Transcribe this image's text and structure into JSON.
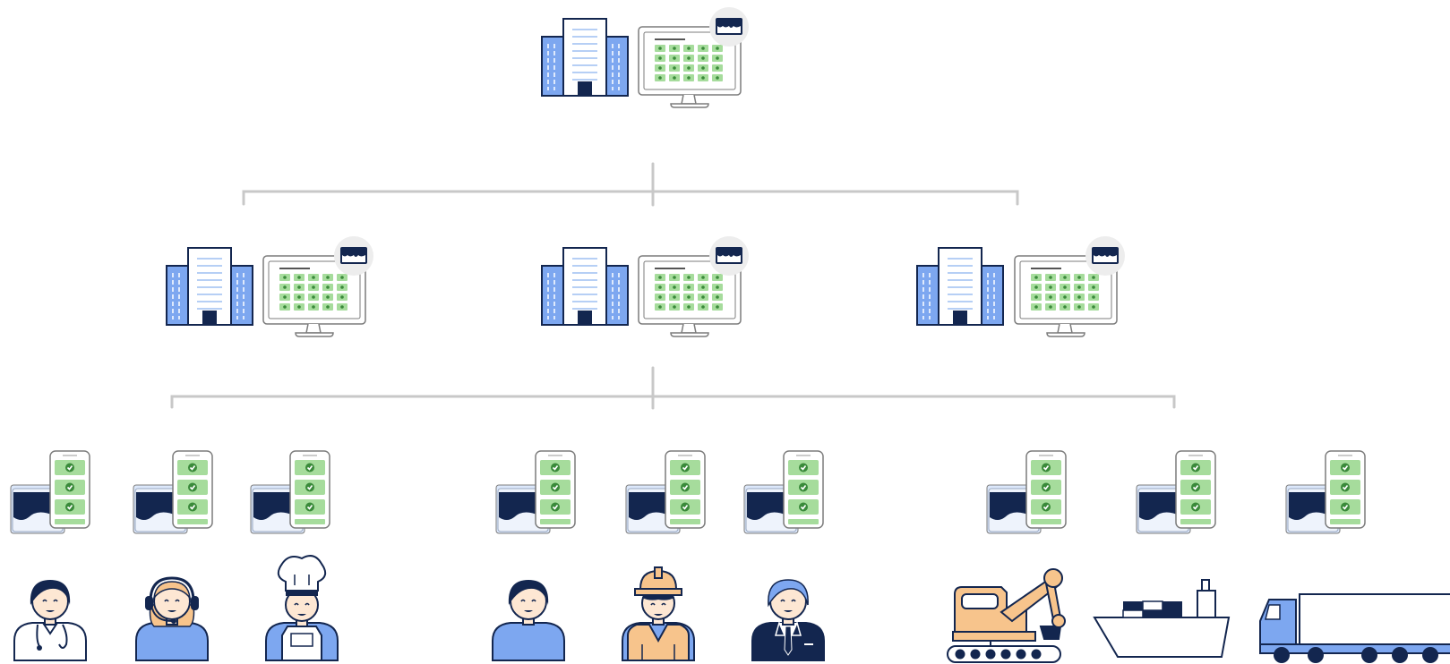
{
  "diagram": {
    "type": "hierarchy",
    "colors": {
      "navy": "#13264f",
      "blue": "#7da7f0",
      "light_blue": "#dce8fb",
      "connector": "#c8c8c8",
      "green": "#a6dc9c",
      "green_dot": "#3a8a3a",
      "skin": "#fde7d3",
      "orange": "#f7c48c",
      "outline": "#7c7c7c",
      "badge_bg": "#ededed"
    },
    "top": {
      "icons": [
        "office-building-icon",
        "desktop-dashboard-icon",
        "card-badge-icon"
      ]
    },
    "regions": [
      {
        "id": "left",
        "icons": [
          "office-building-icon",
          "desktop-dashboard-icon",
          "card-badge-icon"
        ]
      },
      {
        "id": "center",
        "icons": [
          "office-building-icon",
          "desktop-dashboard-icon",
          "card-badge-icon"
        ]
      },
      {
        "id": "right",
        "icons": [
          "office-building-icon",
          "desktop-dashboard-icon",
          "card-badge-icon"
        ]
      }
    ],
    "groups": [
      {
        "id": "service-workers",
        "members": [
          "doctor",
          "call-center-agent",
          "chef"
        ]
      },
      {
        "id": "field-workers",
        "members": [
          "person",
          "construction-worker",
          "business-person"
        ]
      },
      {
        "id": "vehicles",
        "members": [
          "excavator",
          "cargo-ship",
          "truck"
        ]
      }
    ],
    "device_icon": "card-and-phone-checklist-icon"
  }
}
